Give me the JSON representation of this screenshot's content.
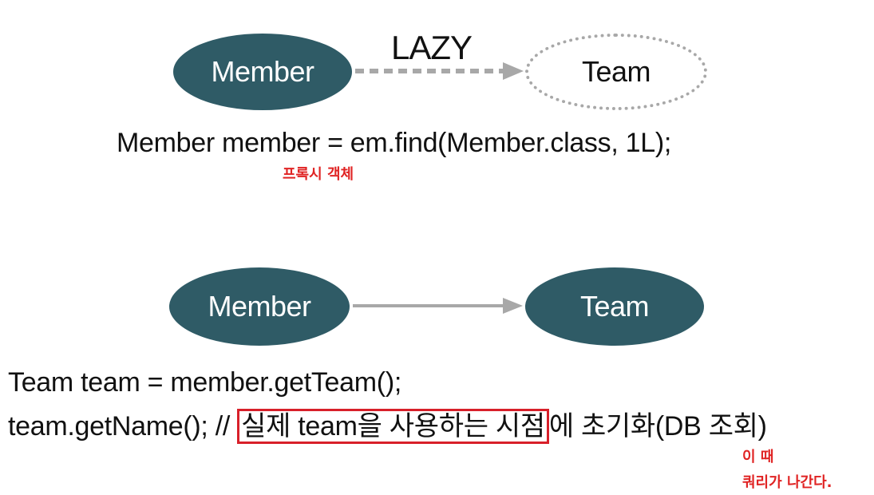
{
  "colors": {
    "node_fill": "#2f5b66",
    "node_text": "#ffffff",
    "lazy_border": "#a8a8a8",
    "arrow": "#a8a8a8",
    "annotation": "#e02424"
  },
  "top": {
    "source_node": "Member",
    "target_node": "Team",
    "edge_label": "LAZY",
    "code": "Member member = em.find(Member.class, 1L);",
    "note": "프록시 객체"
  },
  "bottom": {
    "source_node": "Member",
    "target_node": "Team",
    "code_line1": "Team team = member.getTeam();",
    "code_line2_prefix": "team.getName(); // ",
    "code_line2_highlight": "실제 team을 사용하는 시점",
    "code_line2_suffix": "에 초기화(DB 조회)",
    "note_line1": "이 때",
    "note_line2": "쿼리가 나간다."
  }
}
